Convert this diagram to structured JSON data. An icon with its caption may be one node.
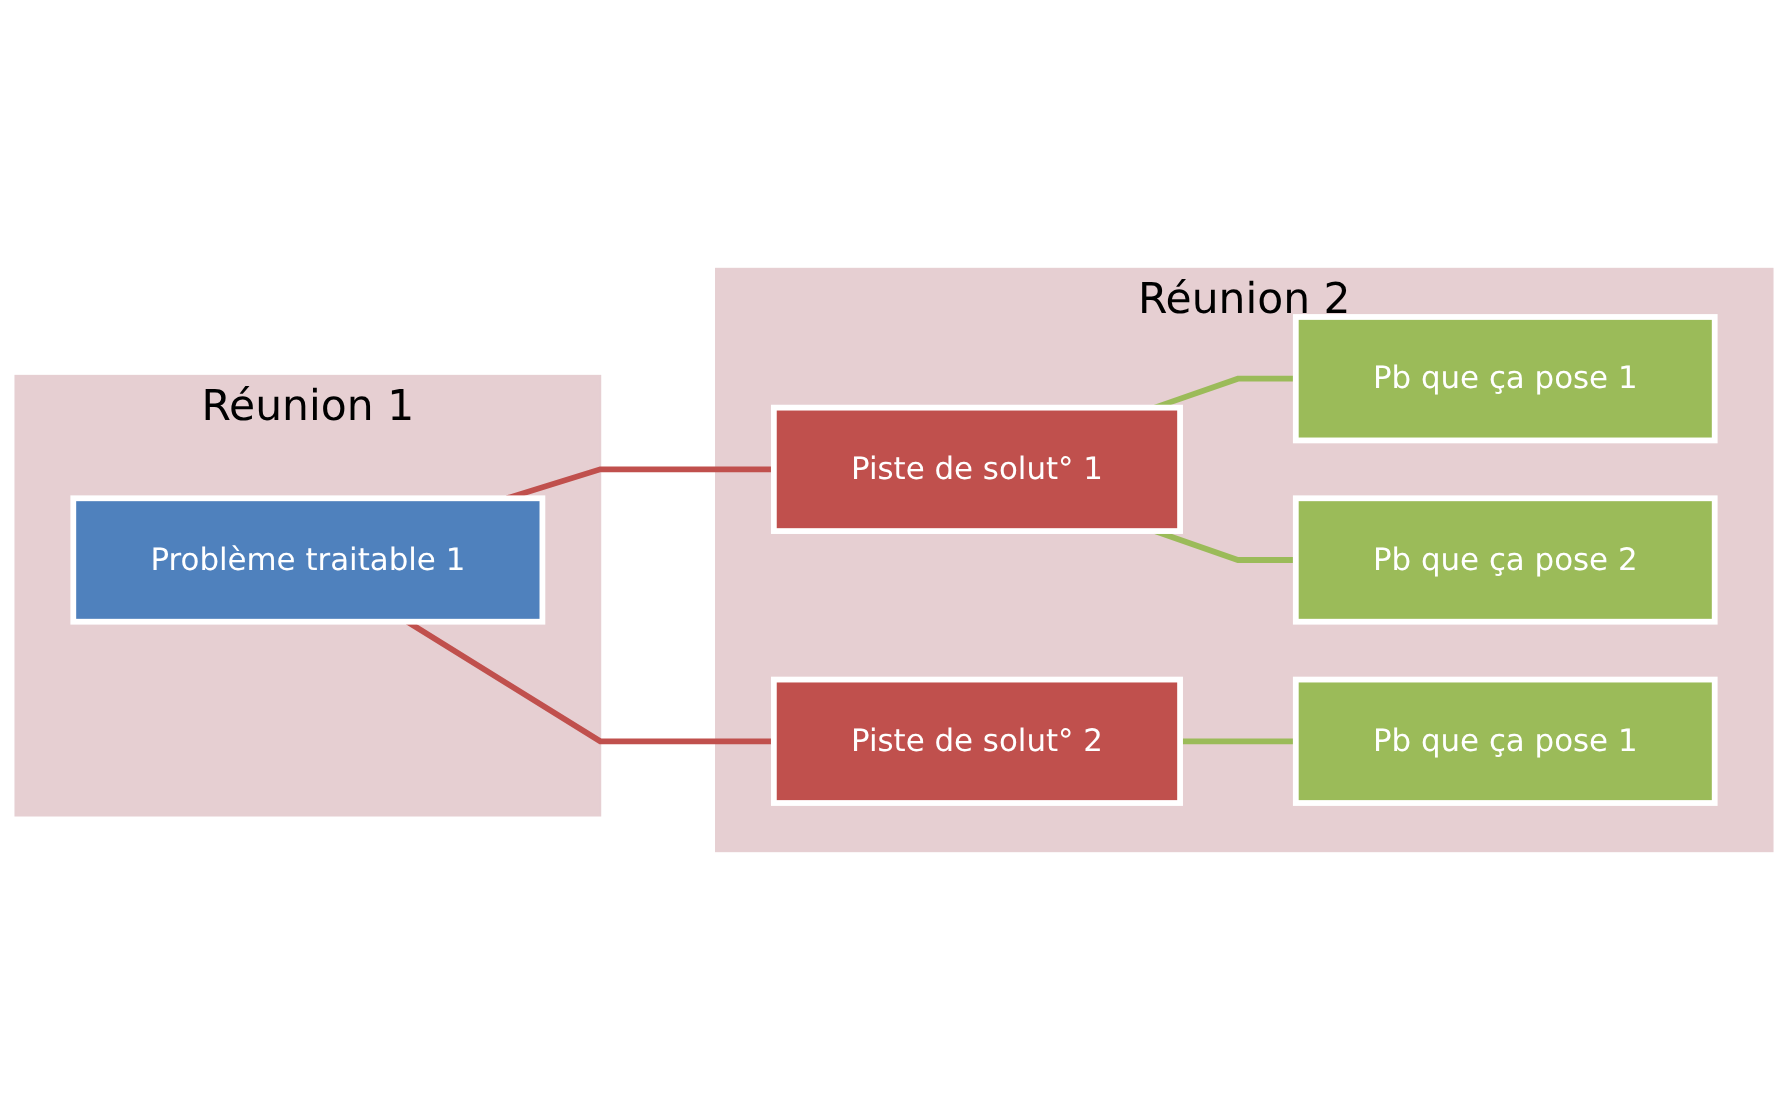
{
  "diagram": {
    "nodes": [
      {
        "text": [
          "Réunion 1"
        ]
      },
      {
        "text": [
          "Réunion 2"
        ]
      },
      {
        "text": [
          "Problème traitable 1"
        ],
        "in": 0
      },
      {
        "text": [
          "Piste de solut° 1"
        ],
        "in": 1
      },
      {
        "text": [
          "Piste de solut° 2"
        ],
        "in": 1
      },
      {
        "text": [
          "Pb que ça pose 1"
        ],
        "in": 1
      },
      {
        "text": [
          "Pb que ça pose 2"
        ],
        "in": 1
      },
      {
        "text": [
          "Pb que ça pose 1"
        ],
        "in": 1
      }
    ],
    "edges": [
      {
        "from": 2,
        "to": 3,
        "arrow": "none",
        "color": "#c0504d"
      },
      {
        "from": 2,
        "to": 4,
        "arrow": "none",
        "color": "#c0504d"
      },
      {
        "from": 3,
        "to": 5,
        "arrow": "none"
      },
      {
        "from": 3,
        "to": 6,
        "arrow": "none"
      },
      {
        "from": 4,
        "to": 7,
        "arrow": "none"
      }
    ]
  }
}
